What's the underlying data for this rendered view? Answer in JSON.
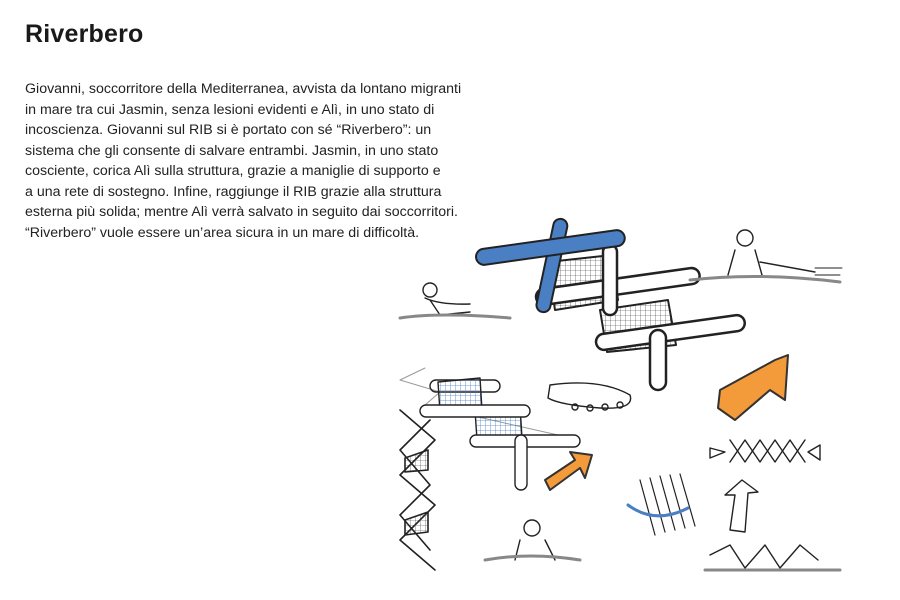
{
  "title": "Riverbero",
  "description_lines": [
    "Giovanni, soccorritore della Mediterranea, avvista da lontano migranti",
    "in mare tra cui Jasmin, senza lesioni evidenti e Alì, in uno stato di",
    "incoscienza. Giovanni sul RIB si è portato con sé “Riverbero”: un",
    "sistema che gli consente di salvare entrambi. Jasmin, in uno stato",
    "cosciente, corica Alì sulla struttura, grazie a maniglie di supporto e",
    "a una rete di sostegno. Infine, raggiunge il RIB grazie alla struttura",
    "esterna più solida; mentre Alì verrà salvato in seguito dai soccorritori.",
    "“Riverbero” vuole essere un’area sicura in un mare di difficoltà."
  ],
  "colors": {
    "accent_blue": "#4a7fc4",
    "accent_orange": "#f39a3a",
    "ink": "#222222"
  }
}
